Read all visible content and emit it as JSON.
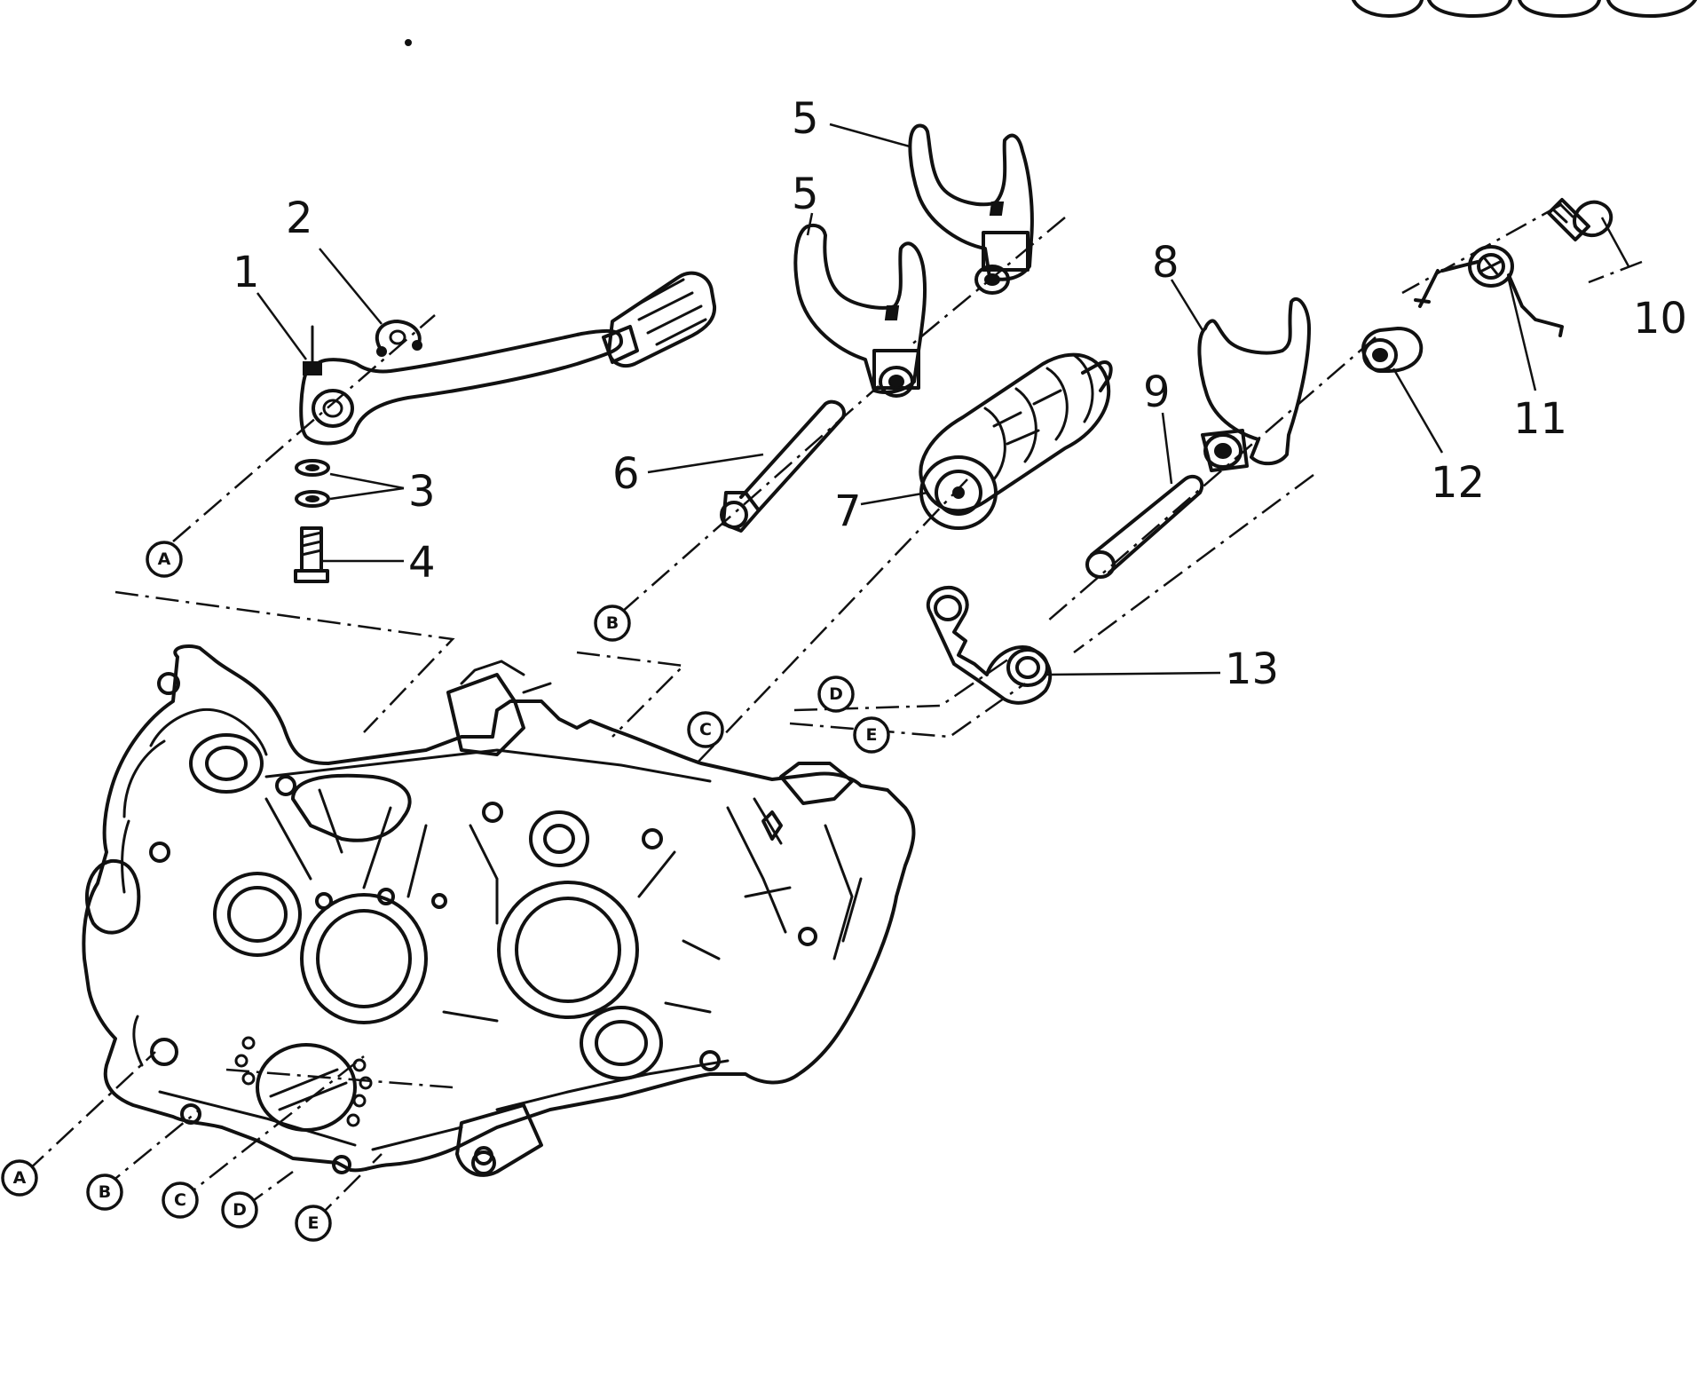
{
  "callouts": [
    "1",
    "2",
    "3",
    "4",
    "5",
    "5",
    "6",
    "7",
    "8",
    "9",
    "10",
    "11",
    "12",
    "13"
  ],
  "refs": {
    "upper": [
      "A",
      "B",
      "C",
      "D",
      "E"
    ],
    "lower": [
      "A",
      "B",
      "C",
      "D",
      "E"
    ]
  },
  "parts": [
    "gear-shift-lever",
    "circlip",
    "washers",
    "lever-bolt",
    "shift-forks",
    "shift-fork-shaft",
    "shift-drum",
    "shift-fork",
    "shift-fork-shaft",
    "bolt",
    "spring",
    "roller",
    "stopper-lever",
    "crankcase"
  ],
  "colors": {
    "ink": "#111111",
    "paper": "#ffffff"
  }
}
